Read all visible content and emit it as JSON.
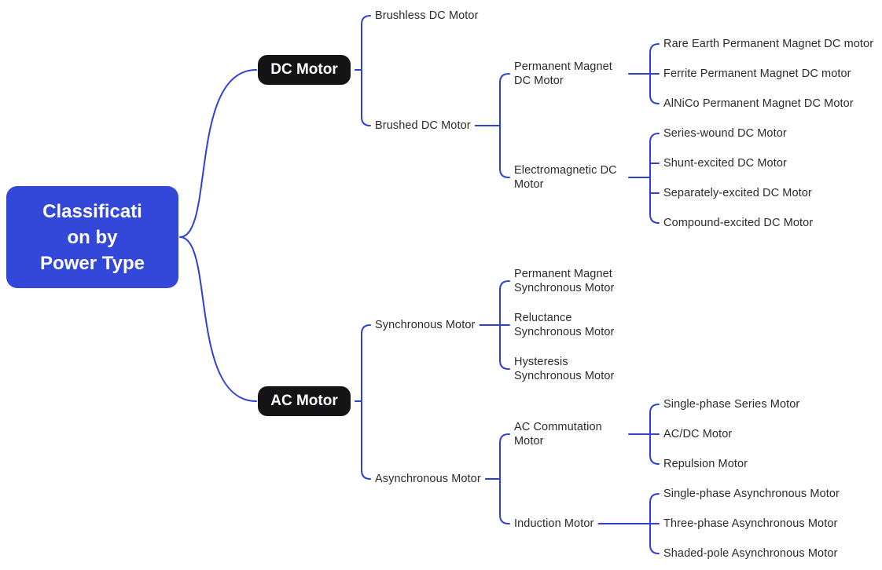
{
  "diagram_title": "Classification by Power Type",
  "colors": {
    "root_node_bg": "#3347d9",
    "branch_node_bg": "#141417",
    "connector_line": "#2e41d3",
    "label_text": "#2b2b2b",
    "node_text": "#ffffff",
    "canvas_bg": "#ffffff"
  },
  "tree": {
    "label": "Classificati\non by\nPower Type",
    "children": [
      {
        "label": "DC Motor",
        "children": [
          {
            "label": "Brushless DC Motor",
            "children": []
          },
          {
            "label": "Brushed DC Motor",
            "children": [
              {
                "label": "Permanent Magnet DC Motor",
                "children": [
                  {
                    "label": "Rare Earth Permanent Magnet DC motor"
                  },
                  {
                    "label": "Ferrite Permanent Magnet DC motor"
                  },
                  {
                    "label": "AlNiCo Permanent Magnet DC Motor"
                  }
                ]
              },
              {
                "label": "Electromagnetic DC Motor",
                "children": [
                  {
                    "label": "Series-wound DC Motor"
                  },
                  {
                    "label": "Shunt-excited DC Motor"
                  },
                  {
                    "label": "Separately-excited DC Motor"
                  },
                  {
                    "label": "Compound-excited DC Motor"
                  }
                ]
              }
            ]
          }
        ]
      },
      {
        "label": "AC Motor",
        "children": [
          {
            "label": "Synchronous Motor",
            "children": [
              {
                "label": "Permanent Magnet Synchronous Motor"
              },
              {
                "label": "Reluctance Synchronous Motor"
              },
              {
                "label": "Hysteresis Synchronous Motor"
              }
            ]
          },
          {
            "label": "Asynchronous Motor",
            "children": [
              {
                "label": "AC Commutation Motor",
                "children": [
                  {
                    "label": "Single-phase Series Motor"
                  },
                  {
                    "label": "AC/DC Motor"
                  },
                  {
                    "label": "Repulsion Motor"
                  }
                ]
              },
              {
                "label": "Induction Motor",
                "children": [
                  {
                    "label": "Single-phase Asynchronous Motor"
                  },
                  {
                    "label": "Three-phase Asynchronous Motor"
                  },
                  {
                    "label": "Shaded-pole Asynchronous Motor"
                  }
                ]
              }
            ]
          }
        ]
      }
    ]
  }
}
